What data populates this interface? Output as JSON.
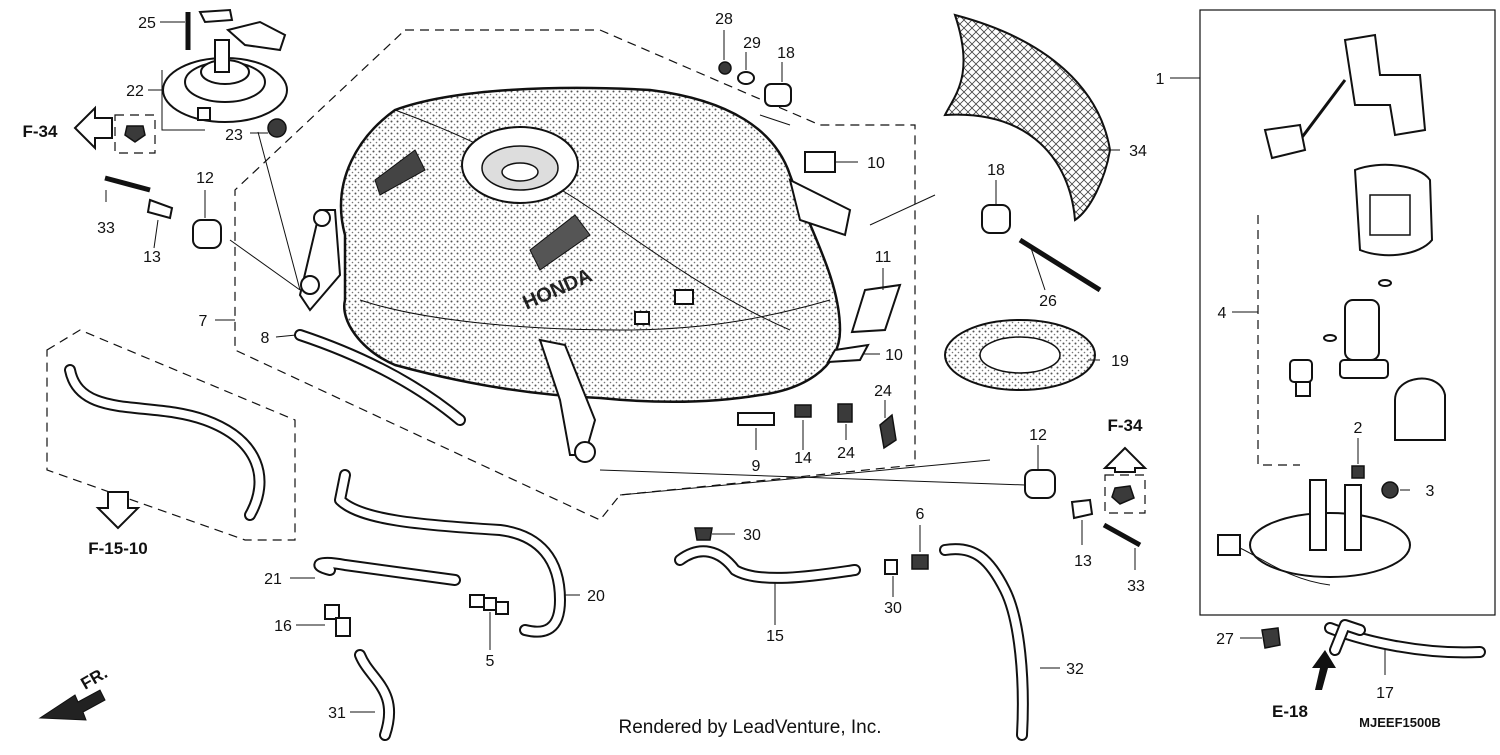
{
  "diagram": {
    "credit": "Rendered by LeadVenture, Inc.",
    "drawing_code": "MJEEF1500B",
    "front_marker": "FR.",
    "brand_mark": "HONDA",
    "references": {
      "f34_left": "F-34",
      "f34_right": "F-34",
      "f1510": "F-15-10",
      "e18": "E-18"
    },
    "callouts": {
      "c25": "25",
      "c22": "22",
      "c23": "23",
      "c28": "28",
      "c29": "29",
      "c18a": "18",
      "c10a": "10",
      "c12a": "12",
      "c33a": "33",
      "c13a": "13",
      "c7": "7",
      "c8": "8",
      "c11": "11",
      "c10b": "10",
      "c24a": "24",
      "c9": "9",
      "c14": "14",
      "c24b": "24",
      "c18b": "18",
      "c26": "26",
      "c34": "34",
      "c19": "19",
      "c1": "1",
      "c4": "4",
      "c2": "2",
      "c3": "3",
      "c27": "27",
      "c17": "17",
      "c12b": "12",
      "c13b": "13",
      "c33b": "33",
      "c30a": "30",
      "c6": "6",
      "c30b": "30",
      "c15": "15",
      "c32": "32",
      "c21": "21",
      "c16": "16",
      "c5": "5",
      "c20": "20",
      "c31": "31"
    }
  }
}
